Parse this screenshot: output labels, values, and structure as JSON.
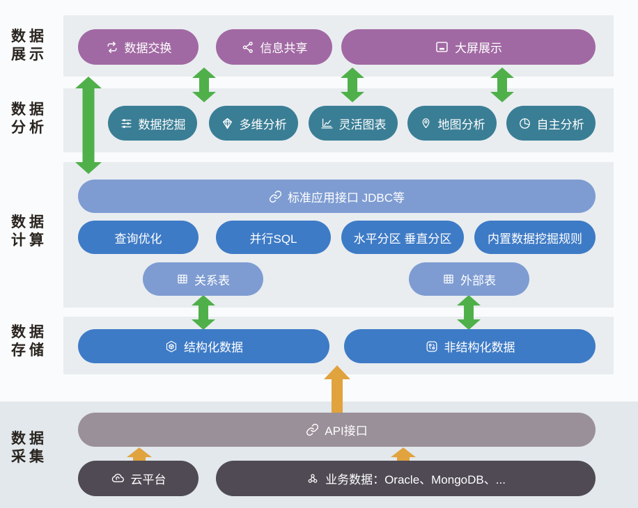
{
  "colors": {
    "purple_pill": "#a169a3",
    "teal_pill": "#3a7e95",
    "blue_pill": "#3e7bc6",
    "light_blue_pill": "#7e9cd2",
    "gray_pill": "#9a9099",
    "dark_pill": "#4f4a54",
    "green_arrow": "#4fb04a",
    "orange_arrow": "#e0a33e",
    "panel_bg": "#e9edf0",
    "bottom_band_bg": "#e2e8ec",
    "label_text": "#29241f",
    "pill_text": "#ffffff"
  },
  "layers": {
    "display": {
      "label_l1": "数据",
      "label_l2": "展示",
      "pills": {
        "exchange": {
          "label": "数据交换",
          "icon": "exchange-icon"
        },
        "share": {
          "label": "信息共享",
          "icon": "share-icon"
        },
        "bigscreen": {
          "label": "大屏展示",
          "icon": "screen-icon"
        }
      }
    },
    "analysis": {
      "label_l1": "数据",
      "label_l2": "分析",
      "pills": {
        "mining": {
          "label": "数据挖掘",
          "icon": "sliders-icon"
        },
        "multidim": {
          "label": "多维分析",
          "icon": "gem-icon"
        },
        "charts": {
          "label": "灵活图表",
          "icon": "chart-icon"
        },
        "map": {
          "label": "地图分析",
          "icon": "map-pin-icon"
        },
        "self": {
          "label": "自主分析",
          "icon": "pie-icon"
        }
      }
    },
    "compute": {
      "label_l1": "数据",
      "label_l2": "计算",
      "pills": {
        "api_jdbc": {
          "label": "标准应用接口 JDBC等",
          "icon": "link-icon"
        },
        "query_opt": {
          "label": "查询优化"
        },
        "parallel_sql": {
          "label": "并行SQL"
        },
        "partition": {
          "label": "水平分区 垂直分区"
        },
        "builtin_rules": {
          "label": "内置数据挖掘规则"
        },
        "relational_table": {
          "label": "关系表",
          "icon": "table-icon"
        },
        "external_table": {
          "label": "外部表",
          "icon": "table-icon"
        }
      }
    },
    "storage": {
      "label_l1": "数据",
      "label_l2": "存储",
      "pills": {
        "structured": {
          "label": "结构化数据",
          "icon": "cube-box-icon"
        },
        "unstructured": {
          "label": "非结构化数据",
          "icon": "unstructured-data-icon"
        }
      }
    },
    "collect": {
      "label_l1": "数据",
      "label_l2": "采集",
      "pills": {
        "api": {
          "label": "API接口",
          "icon": "link-icon"
        },
        "cloud": {
          "label": "云平台",
          "icon": "cloud-icon"
        },
        "business": {
          "label": "业务数据：Oracle、MongoDB、...",
          "icon": "cluster-icon"
        }
      }
    }
  }
}
